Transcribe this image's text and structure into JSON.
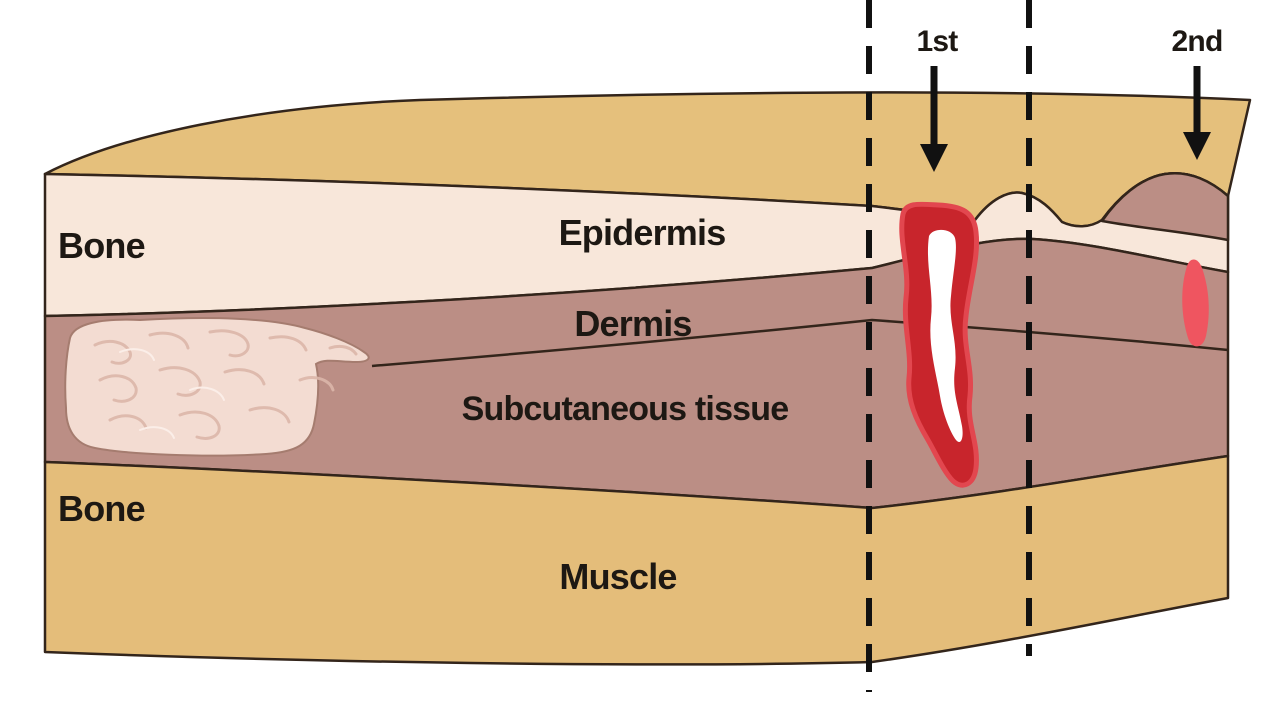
{
  "title": "Skin cross-section burn depth diagram",
  "labels": {
    "bone_top": "Bone",
    "epidermis": "Epidermis",
    "dermis": "Dermis",
    "subcutaneous": "Subcutaneous tissue",
    "bone_bottom": "Bone",
    "muscle": "Muscle",
    "first_degree": "1st",
    "second_degree": "2nd"
  },
  "colors": {
    "background": "#ffffff",
    "top_surface": "#e5c07c",
    "epidermis": "#f8e7da",
    "dermis": "#bb8e85",
    "muscle": "#e4bd7a",
    "bone_patch": "#f3dcd2",
    "bone_patch_outline": "#a57c6f",
    "bone_patch_vein": "#dcb7aa",
    "bone_patch_highlight": "#fbeee8",
    "outline": "#33251b",
    "wound_red": "#c8252c",
    "wound_red_light": "#e2474f",
    "wound_core": "#ffffff",
    "second_mark": "#ef5560",
    "dashed_line": "#111111",
    "arrow": "#111111",
    "text": "#1d1813"
  }
}
